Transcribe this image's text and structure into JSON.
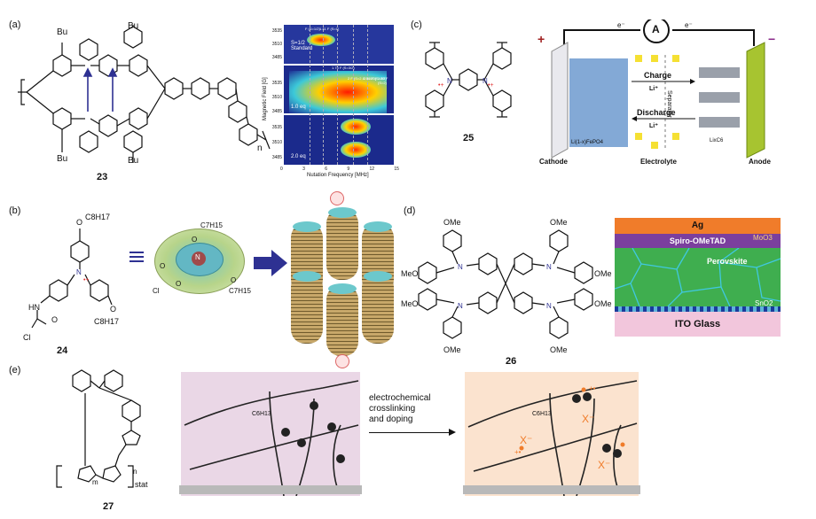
{
  "panels": {
    "a": {
      "label": "(a)",
      "compound": "23",
      "groups": [
        "Bu",
        "Bu",
        "Bu",
        "Bu"
      ],
      "n_label": "n",
      "plot": {
        "title": "",
        "ylabel": "Magnetic Field [G]",
        "xlabel": "Nutation Frequency [MHz]",
        "xticks": [
          "0",
          "3",
          "6",
          "9",
          "12",
          "15"
        ],
        "yticks_top": [
          "3535",
          "3510",
          "3485"
        ],
        "yticks_mid": [
          "3535",
          "3510",
          "3485"
        ],
        "yticks_bot": [
          "3535",
          "3510",
          "3485"
        ],
        "annot_std": "S=1/2\nStandard",
        "annot_1": "1.0 eq",
        "annot_2": "2.0 eq",
        "marks": [
          "F (S=1/2)",
          "1.41 F (S=1)",
          "1.73 F (S=3/2)",
          "2 F (S=2 & S=1/2)",
          "2.45 F (S=3/2)",
          "2.83 F (S=2)"
        ]
      }
    },
    "b": {
      "label": "(b)",
      "compound": "24",
      "groups": [
        "O",
        "C8H17",
        "HN",
        "O",
        "Cl",
        "O",
        "C8H17"
      ],
      "disk_labels": [
        "C7H15",
        "O",
        "N",
        "O",
        "C7H15",
        "O",
        "Cl",
        "O"
      ]
    },
    "c": {
      "label": "(c)",
      "compound": "25",
      "battery": {
        "ammeter": "A",
        "electron_left": "e⁻",
        "electron_right": "e⁻",
        "charge": "Charge",
        "discharge": "Discharge",
        "li_top": "Li⁺",
        "li_bottom": "Li⁺",
        "separator": "Separator",
        "cathode_formula": "Li(1-x)FePO4",
        "anode_formula": "LixC6",
        "cathode": "Cathode",
        "electrolyte": "Electrolyte",
        "anode": "Anode",
        "plus": "+",
        "minus": "−"
      }
    },
    "d": {
      "label": "(d)",
      "compound": "26",
      "groups": [
        "OMe",
        "OMe",
        "MeO",
        "OMe",
        "MeO",
        "OMe",
        "OMe",
        "OMe"
      ],
      "layers": [
        {
          "name": "Ag",
          "color": "#f07c2a"
        },
        {
          "name": "Spiro-OMeTAD",
          "color": "#7b3f9e"
        },
        {
          "name": "Perovskite",
          "color": "#3fae4f"
        },
        {
          "name": "ITO Glass",
          "color": "#f2c6dc"
        }
      ],
      "moo3": "MoO3",
      "sno2": "SnO2"
    },
    "e": {
      "label": "(e)",
      "compound": "27",
      "subscripts": {
        "m": "m",
        "n": "n",
        "stat": "stat"
      },
      "arrow_text": [
        "electrochemical",
        "crosslinking",
        "and doping"
      ],
      "c6h13": "C6H13",
      "x_minus": "X⁻",
      "plus_dot": "+•"
    }
  },
  "colors": {
    "panel_e_left_bg": "#ead7e6",
    "panel_e_right_bg": "#fbe3cf",
    "radical_red": "#e23030",
    "arrow_blue": "#2e3192",
    "glass_pink": "#f2c6dc"
  }
}
